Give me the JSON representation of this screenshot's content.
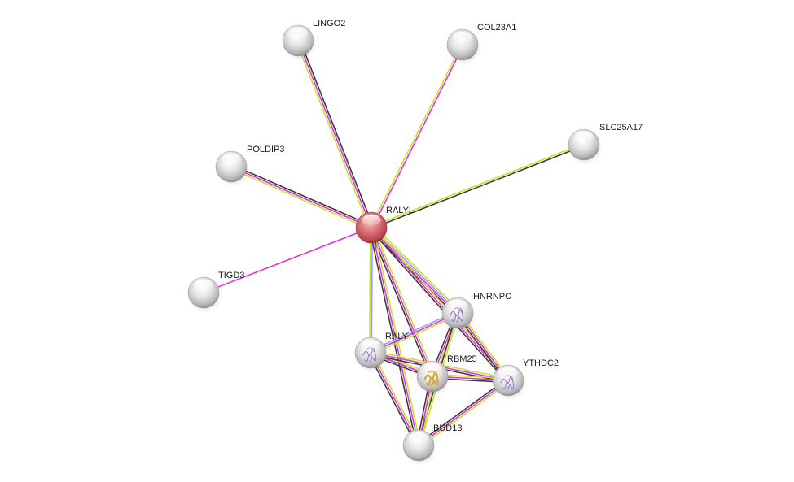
{
  "network": {
    "type": "protein-interaction-network",
    "query_protein": "RALYL",
    "edge_colors": {
      "textmining": "#c6e12b",
      "coexpression": "#3a3a3a",
      "experiments": "#e030e0",
      "homology": "#9a9cf0"
    },
    "nodes": [
      {
        "id": "RALYL",
        "label": "RALYL",
        "color": "#d66b6e",
        "query": true,
        "structure": null
      },
      {
        "id": "LINGO2",
        "label": "LINGO2",
        "color": "#dcdcdc",
        "query": false,
        "structure": null
      },
      {
        "id": "COL23A1",
        "label": "COL23A1",
        "color": "#dcdcdc",
        "query": false,
        "structure": null
      },
      {
        "id": "SLC25A17",
        "label": "SLC25A17",
        "color": "#dcdcdc",
        "query": false,
        "structure": null
      },
      {
        "id": "POLDIP3",
        "label": "POLDIP3",
        "color": "#dcdcdc",
        "query": false,
        "structure": null
      },
      {
        "id": "TIGD3",
        "label": "TIGD3",
        "color": "#dcdcdc",
        "query": false,
        "structure": null
      },
      {
        "id": "HNRNPC",
        "label": "HNRNPC",
        "color": "#dcdcdc",
        "query": false,
        "structure": "#9b6fc8"
      },
      {
        "id": "RALY",
        "label": "RALY",
        "color": "#dcdcdc",
        "query": false,
        "structure": "#a07ad0"
      },
      {
        "id": "RBM25",
        "label": "RBM25",
        "color": "#dcdcdc",
        "query": false,
        "structure": "#d4a640"
      },
      {
        "id": "YTHDC2",
        "label": "YTHDC2",
        "color": "#dcdcdc",
        "query": false,
        "structure": "#a07ad0"
      },
      {
        "id": "BUD13",
        "label": "BUD13",
        "color": "#dcdcdc",
        "query": false,
        "structure": null
      }
    ],
    "edges": [
      {
        "source": "RALYL",
        "target": "LINGO2",
        "evidence": [
          "textmining",
          "experiments",
          "coexpression"
        ]
      },
      {
        "source": "RALYL",
        "target": "COL23A1",
        "evidence": [
          "textmining",
          "experiments"
        ]
      },
      {
        "source": "RALYL",
        "target": "SLC25A17",
        "evidence": [
          "textmining",
          "coexpression"
        ]
      },
      {
        "source": "RALYL",
        "target": "POLDIP3",
        "evidence": [
          "textmining",
          "experiments",
          "coexpression"
        ]
      },
      {
        "source": "RALYL",
        "target": "TIGD3",
        "evidence": [
          "experiments"
        ]
      },
      {
        "source": "RALYL",
        "target": "HNRNPC",
        "evidence": [
          "textmining",
          "homology",
          "experiments",
          "coexpression"
        ]
      },
      {
        "source": "RALYL",
        "target": "RALY",
        "evidence": [
          "homology",
          "textmining"
        ]
      },
      {
        "source": "RALYL",
        "target": "RBM25",
        "evidence": [
          "textmining",
          "experiments",
          "coexpression"
        ]
      },
      {
        "source": "RALYL",
        "target": "YTHDC2",
        "evidence": [
          "textmining",
          "experiments",
          "coexpression"
        ]
      },
      {
        "source": "RALYL",
        "target": "BUD13",
        "evidence": [
          "textmining",
          "experiments",
          "coexpression"
        ]
      },
      {
        "source": "HNRNPC",
        "target": "RALY",
        "evidence": [
          "textmining",
          "experiments",
          "homology"
        ]
      },
      {
        "source": "HNRNPC",
        "target": "RBM25",
        "evidence": [
          "textmining",
          "experiments",
          "coexpression"
        ]
      },
      {
        "source": "HNRNPC",
        "target": "YTHDC2",
        "evidence": [
          "textmining",
          "experiments",
          "coexpression"
        ]
      },
      {
        "source": "HNRNPC",
        "target": "BUD13",
        "evidence": [
          "textmining",
          "coexpression"
        ]
      },
      {
        "source": "RALY",
        "target": "RBM25",
        "evidence": [
          "textmining",
          "experiments",
          "coexpression"
        ]
      },
      {
        "source": "RALY",
        "target": "YTHDC2",
        "evidence": [
          "textmining",
          "experiments",
          "coexpression"
        ]
      },
      {
        "source": "RALY",
        "target": "BUD13",
        "evidence": [
          "textmining",
          "experiments",
          "coexpression"
        ]
      },
      {
        "source": "RBM25",
        "target": "YTHDC2",
        "evidence": [
          "textmining",
          "experiments",
          "coexpression"
        ]
      },
      {
        "source": "RBM25",
        "target": "BUD13",
        "evidence": [
          "textmining",
          "experiments",
          "coexpression"
        ]
      },
      {
        "source": "YTHDC2",
        "target": "BUD13",
        "evidence": [
          "textmining",
          "experiments",
          "coexpression"
        ]
      }
    ]
  }
}
